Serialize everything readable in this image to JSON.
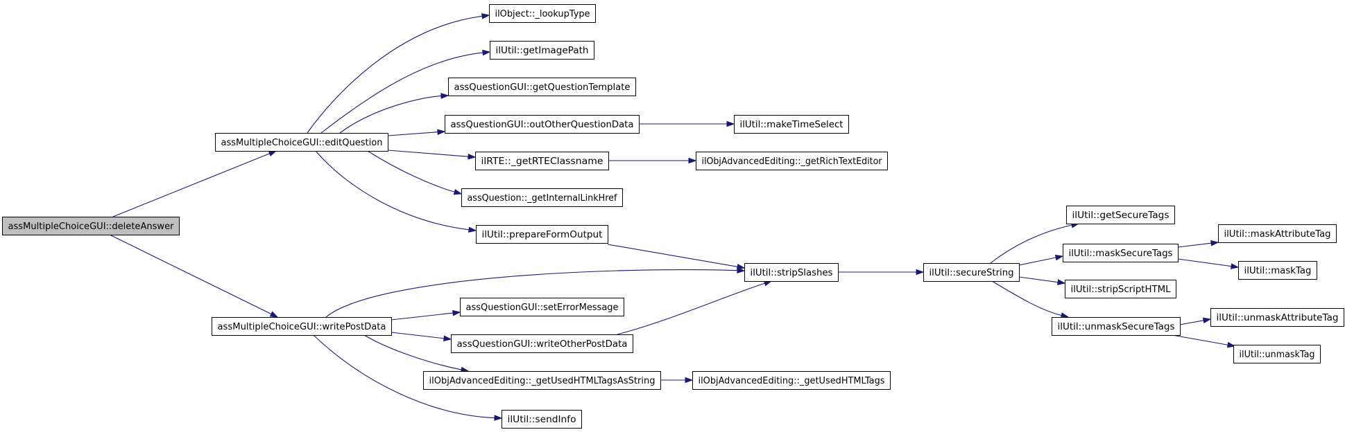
{
  "diagram": {
    "type": "call-graph",
    "colors": {
      "edge": "#191970",
      "root_fill": "#bfbfbf",
      "node_fill": "#ffffff",
      "node_border": "#000000"
    },
    "nodes": [
      {
        "id": "n0",
        "label": "assMultipleChoiceGUI::deleteAnswer",
        "root": true
      },
      {
        "id": "n1",
        "label": "assMultipleChoiceGUI::editQuestion"
      },
      {
        "id": "n2",
        "label": "assMultipleChoiceGUI::writePostData"
      },
      {
        "id": "n3",
        "label": "ilObject::_lookupType"
      },
      {
        "id": "n4",
        "label": "ilUtil::getImagePath"
      },
      {
        "id": "n5",
        "label": "assQuestionGUI::getQuestionTemplate"
      },
      {
        "id": "n6",
        "label": "assQuestionGUI::outOtherQuestionData"
      },
      {
        "id": "n7",
        "label": "ilUtil::makeTimeSelect"
      },
      {
        "id": "n8",
        "label": "ilRTE::_getRTEClassname"
      },
      {
        "id": "n9",
        "label": "ilObjAdvancedEditing::_getRichTextEditor"
      },
      {
        "id": "n10",
        "label": "assQuestion::_getInternalLinkHref"
      },
      {
        "id": "n11",
        "label": "ilUtil::prepareFormOutput"
      },
      {
        "id": "n12",
        "label": "ilUtil::stripSlashes"
      },
      {
        "id": "n13",
        "label": "ilUtil::secureString"
      },
      {
        "id": "n14",
        "label": "ilUtil::getSecureTags"
      },
      {
        "id": "n15",
        "label": "ilUtil::maskSecureTags"
      },
      {
        "id": "n16",
        "label": "ilUtil::maskAttributeTag"
      },
      {
        "id": "n17",
        "label": "ilUtil::maskTag"
      },
      {
        "id": "n18",
        "label": "ilUtil::stripScriptHTML"
      },
      {
        "id": "n19",
        "label": "ilUtil::unmaskSecureTags"
      },
      {
        "id": "n20",
        "label": "ilUtil::unmaskAttributeTag"
      },
      {
        "id": "n21",
        "label": "ilUtil::unmaskTag"
      },
      {
        "id": "n22",
        "label": "assQuestionGUI::setErrorMessage"
      },
      {
        "id": "n23",
        "label": "assQuestionGUI::writeOtherPostData"
      },
      {
        "id": "n24",
        "label": "ilObjAdvancedEditing::_getUsedHTMLTagsAsString"
      },
      {
        "id": "n25",
        "label": "ilObjAdvancedEditing::_getUsedHTMLTags"
      },
      {
        "id": "n26",
        "label": "ilUtil::sendInfo"
      }
    ],
    "edges": [
      {
        "from": "n0",
        "to": "n1"
      },
      {
        "from": "n0",
        "to": "n2"
      },
      {
        "from": "n1",
        "to": "n3"
      },
      {
        "from": "n1",
        "to": "n4"
      },
      {
        "from": "n1",
        "to": "n5"
      },
      {
        "from": "n1",
        "to": "n6"
      },
      {
        "from": "n1",
        "to": "n8"
      },
      {
        "from": "n1",
        "to": "n10"
      },
      {
        "from": "n1",
        "to": "n11"
      },
      {
        "from": "n6",
        "to": "n7"
      },
      {
        "from": "n8",
        "to": "n9"
      },
      {
        "from": "n11",
        "to": "n12"
      },
      {
        "from": "n12",
        "to": "n13"
      },
      {
        "from": "n13",
        "to": "n14"
      },
      {
        "from": "n13",
        "to": "n15"
      },
      {
        "from": "n13",
        "to": "n18"
      },
      {
        "from": "n13",
        "to": "n19"
      },
      {
        "from": "n15",
        "to": "n16"
      },
      {
        "from": "n15",
        "to": "n17"
      },
      {
        "from": "n19",
        "to": "n20"
      },
      {
        "from": "n19",
        "to": "n21"
      },
      {
        "from": "n2",
        "to": "n12"
      },
      {
        "from": "n2",
        "to": "n22"
      },
      {
        "from": "n2",
        "to": "n23"
      },
      {
        "from": "n2",
        "to": "n24"
      },
      {
        "from": "n2",
        "to": "n26"
      },
      {
        "from": "n23",
        "to": "n12"
      },
      {
        "from": "n24",
        "to": "n25"
      }
    ]
  }
}
